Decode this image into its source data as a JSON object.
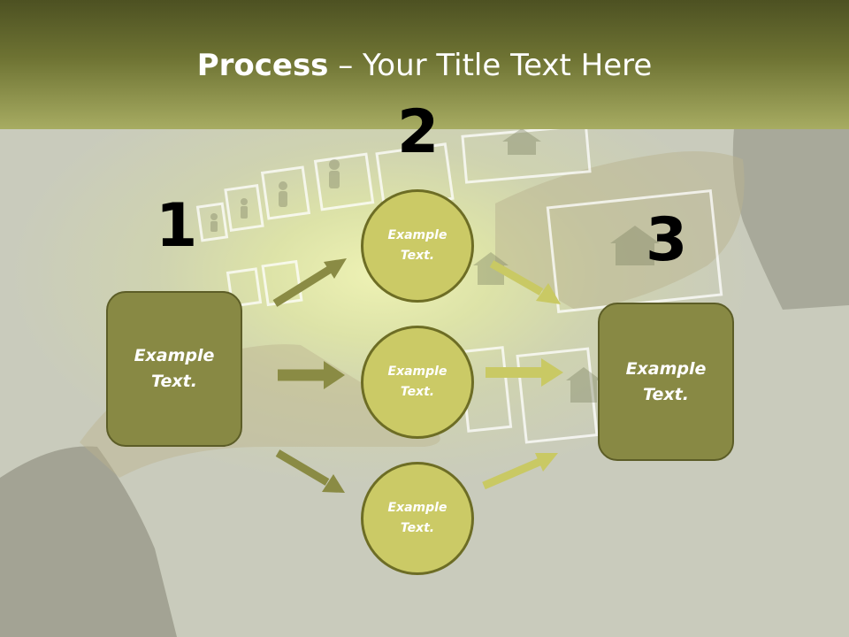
{
  "title": {
    "bold": "Process",
    "rest": " – Your Title Text Here"
  },
  "numbers": [
    "1",
    "2",
    "3"
  ],
  "left_box": {
    "text": "Example\nText."
  },
  "right_box": {
    "text": "Example\nText."
  },
  "circles": [
    {
      "text": "Example\nText."
    },
    {
      "text": "Example\nText."
    },
    {
      "text": "Example\nText."
    }
  ],
  "colors": {
    "header_dark": "#4d5122",
    "box_fill": "#888944",
    "circle_fill": "#cbca66",
    "arrow_dark": "#8a8b44",
    "arrow_light": "#c9c964"
  }
}
